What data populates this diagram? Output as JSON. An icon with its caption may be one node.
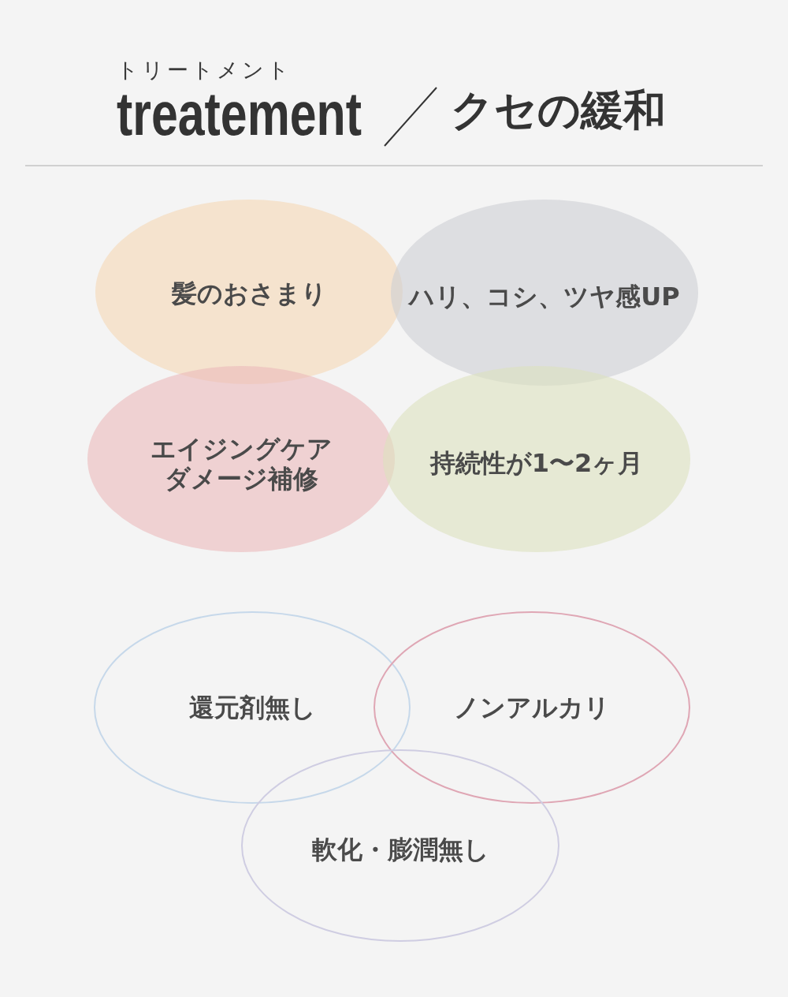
{
  "diagram": {
    "title": "treatement",
    "nodes": [
      {
        "text": [
          "髪のおさまり"
        ]
      },
      {
        "text": [
          "ハリ、コシ、ツヤ感UP"
        ]
      },
      {
        "text": [
          "エイジングケア",
          "ダメージ補修"
        ]
      },
      {
        "text": [
          "持続性が1〜2ヶ月"
        ]
      },
      {
        "text": [
          "還元剤無し"
        ]
      },
      {
        "text": [
          "ノンアルカリ"
        ]
      },
      {
        "text": [
          "軟化・膨潤無し"
        ]
      }
    ],
    "labels": [
      "トリートメント",
      "クセの緩和"
    ]
  }
}
